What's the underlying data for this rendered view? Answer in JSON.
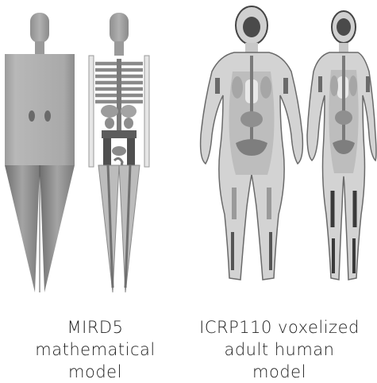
{
  "captions": {
    "mird": [
      "MIRD5",
      "mathematical",
      "model"
    ],
    "icrp": [
      "ICRP110 voxelized",
      "adult human",
      "model"
    ]
  },
  "figures": {
    "mird_external": "mird5-external-phantom",
    "mird_internal": "mird5-internal-organs-phantom",
    "icrp_female": "icrp110-adult-female-voxel-phantom",
    "icrp_male": "icrp110-adult-male-voxel-phantom"
  },
  "colors": {
    "mird_light": "#b4b4b4",
    "mird_mid": "#8a8a8a",
    "mird_dark": "#5a5a5a",
    "voxel_outer": "#d3d3d3",
    "voxel_soft": "#bdbdbd",
    "voxel_dark": "#4a4a4a"
  }
}
